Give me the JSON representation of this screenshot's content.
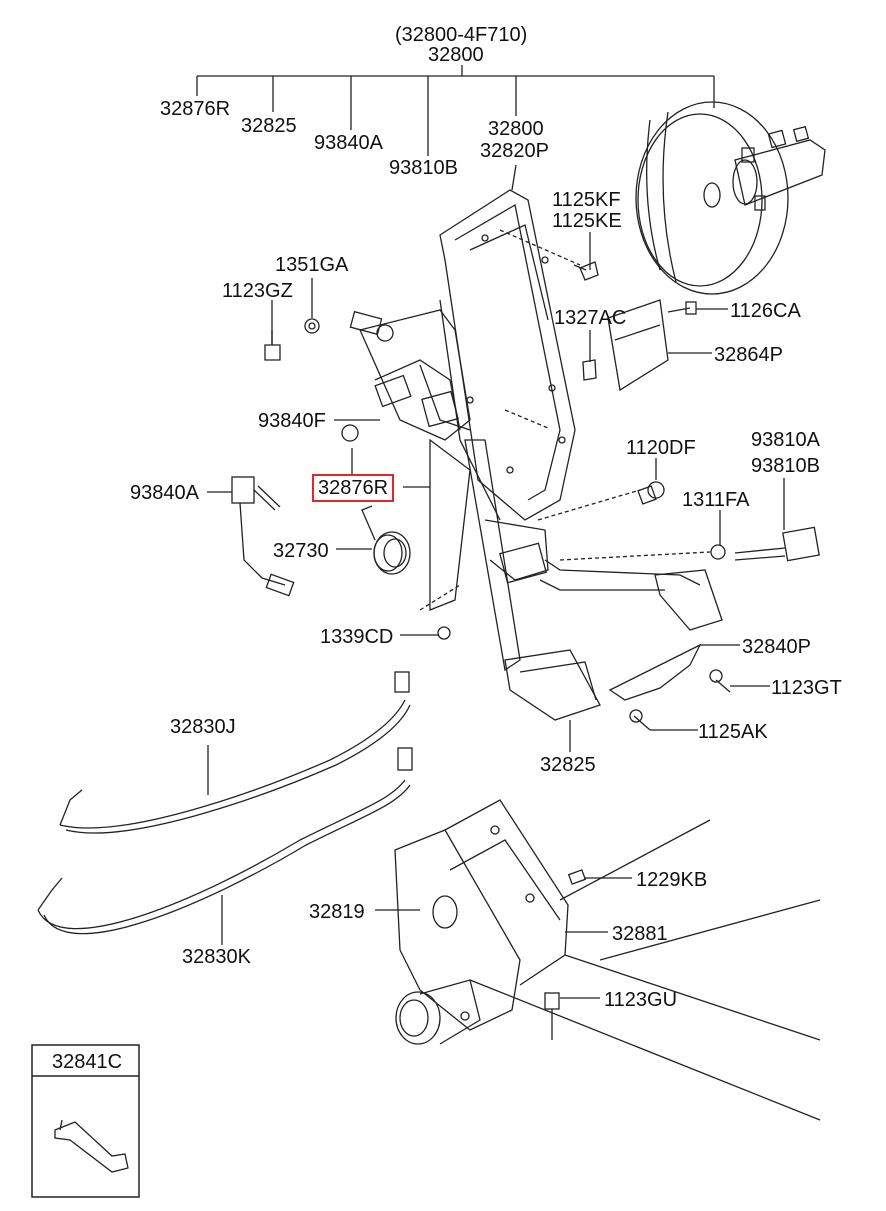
{
  "header": {
    "assembly_code": "(32800-4F710)",
    "assembly_no": "32800"
  },
  "labels": {
    "l32876R_top": "32876R",
    "l32825_top": "32825",
    "l93840A_top": "93840A",
    "l93810B_top": "93810B",
    "l32800": "32800",
    "l32820P": "32820P",
    "l1125KF": "1125KF",
    "l1125KE": "1125KE",
    "l1351GA": "1351GA",
    "l1123GZ": "1123GZ",
    "l1327AC": "1327AC",
    "l1126CA": "1126CA",
    "l32864P": "32864P",
    "l93840F": "93840F",
    "l1120DF": "1120DF",
    "l93810A": "93810A",
    "l93810B_right": "93810B",
    "l93840A_left": "93840A",
    "l32876R_hl": "32876R",
    "l1311FA": "1311FA",
    "l32730": "32730",
    "l1339CD": "1339CD",
    "l32840P": "32840P",
    "l1123GT": "1123GT",
    "l1125AK": "1125AK",
    "l32825_bottom": "32825",
    "l32830J": "32830J",
    "l32830K": "32830K",
    "l1229KB": "1229KB",
    "l32819": "32819",
    "l32881": "32881",
    "l1123GU": "1123GU"
  },
  "inset": {
    "title": "32841C"
  },
  "colors": {
    "ink": "#111111",
    "highlight": "#e0282a"
  }
}
